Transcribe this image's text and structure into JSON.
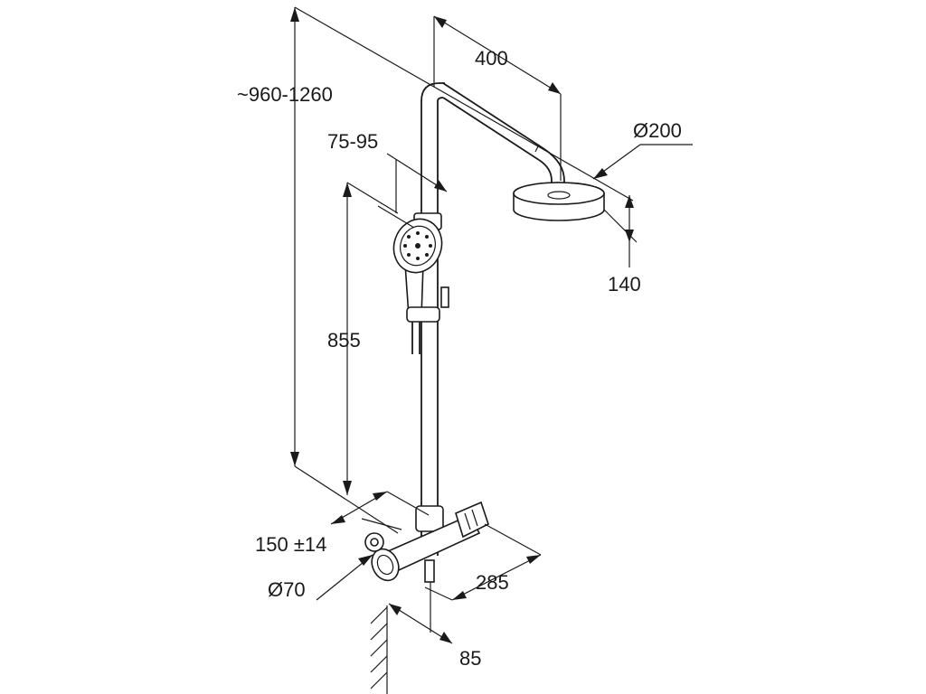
{
  "dimensions": {
    "total_height": "~960-1260",
    "arm_length": "400",
    "head_diameter": "Ø200",
    "head_height": "140",
    "slider_range": "75-95",
    "hand_shower_height": "855",
    "inlet_spacing": "150 ±14",
    "connection_diameter": "Ø70",
    "mixer_depth": "285",
    "wall_offset": "85"
  },
  "colors": {
    "line": "#1a1a1a",
    "background": "#ffffff"
  }
}
